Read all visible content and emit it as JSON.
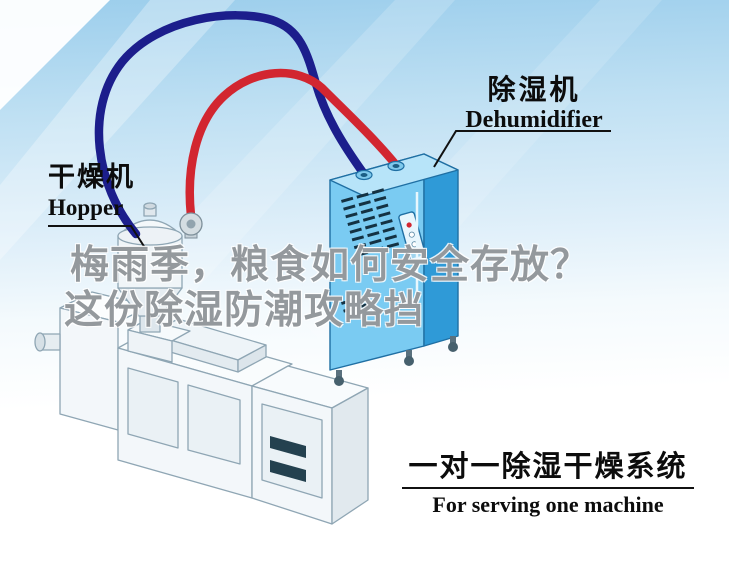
{
  "labels": {
    "dehumidifier": {
      "zh": "除湿机",
      "en": "Dehumidifier"
    },
    "hopper": {
      "zh": "干燥机",
      "en": "Hopper"
    },
    "system": {
      "zh": "一对一除湿干燥系统",
      "en": "For serving one machine"
    }
  },
  "watermark": {
    "line1": "梅雨季，粮食如何安全存放？",
    "line2": "这份除湿防潮攻略挡"
  },
  "diagram": {
    "parts": {
      "dehumidifier": "dehumidifier-cabinet",
      "hopper": "hopper-dryer",
      "extruder": "extruder-machine",
      "supply_pipe": "dry-air-supply-pipe",
      "return_pipe": "return-air-pipe"
    },
    "colors": {
      "pipe_supply": "#1c1e8c",
      "pipe_return": "#d22630",
      "cabinet_front": "#7acbf2",
      "cabinet_side": "#2f9ad7",
      "cabinet_top": "#b7e4f9",
      "sky": "#9cceec"
    }
  }
}
